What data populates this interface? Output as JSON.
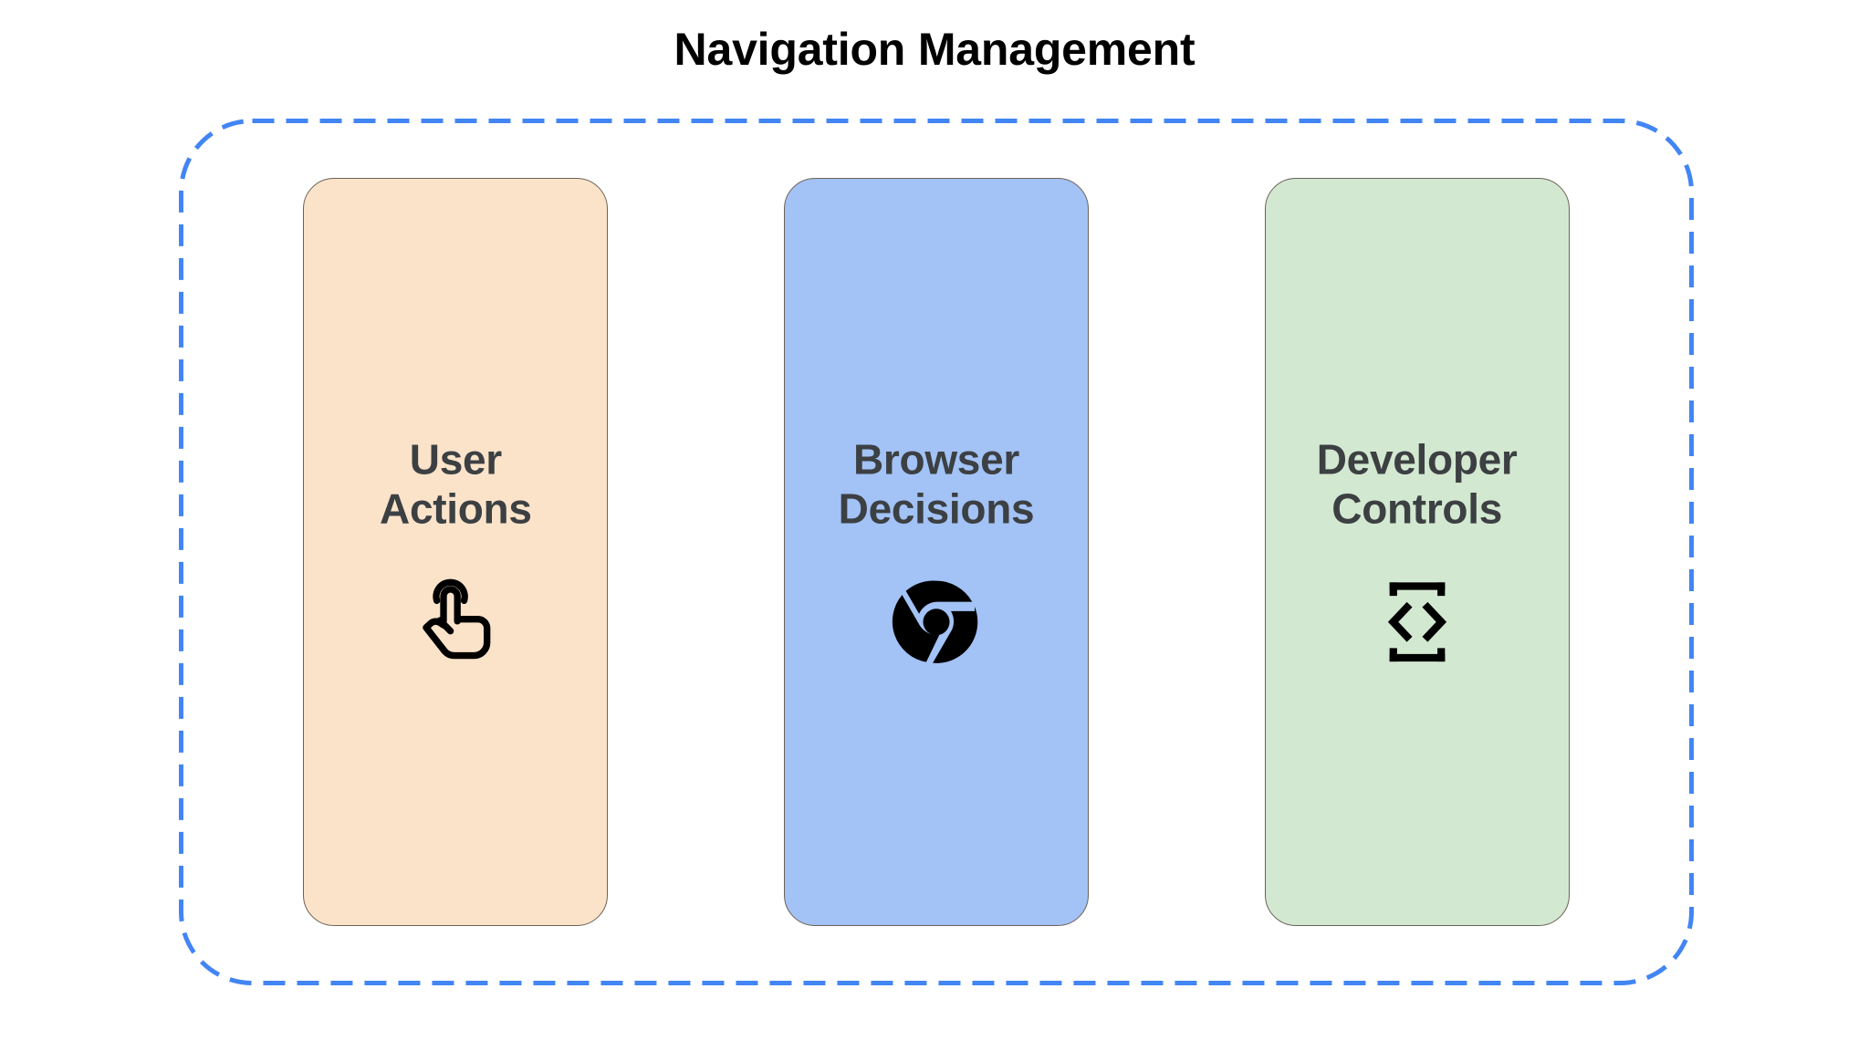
{
  "title": "Navigation Management",
  "colors": {
    "background": "#ffffff",
    "title_text": "#000000",
    "card_text": "#3c4043",
    "card_border": "#6b6257",
    "container_dashed_border": "#4285f4",
    "card_user_actions_fill": "#fbe3ca",
    "card_browser_decisions_fill": "#a3c2f5",
    "card_developer_controls_fill": "#d3e8d0",
    "icon_fill": "#000000"
  },
  "container": {
    "border_style": "dashed",
    "border_color": "#4285f4"
  },
  "cards": [
    {
      "id": "user-actions",
      "title": "User\nActions",
      "fill": "#fbe3ca",
      "icon": "touch-app-icon"
    },
    {
      "id": "browser-decisions",
      "title": "Browser\nDecisions",
      "fill": "#a3c2f5",
      "icon": "chrome-logo-icon"
    },
    {
      "id": "developer-controls",
      "title": "Developer\nControls",
      "fill": "#d3e8d0",
      "icon": "developer-mode-icon"
    }
  ]
}
